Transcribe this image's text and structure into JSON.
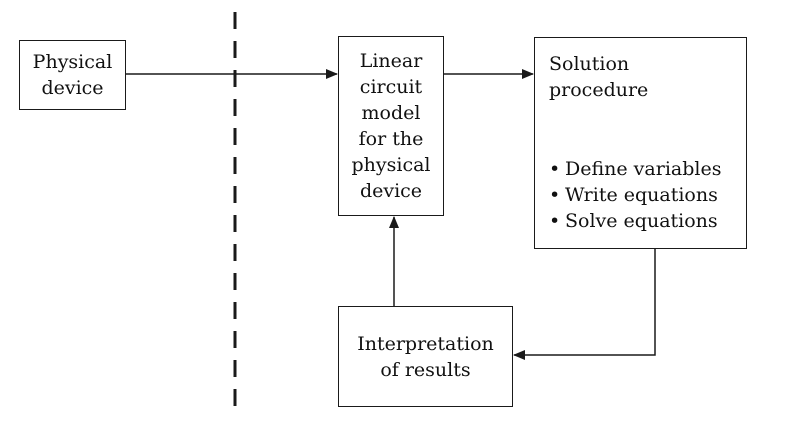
{
  "boxes": {
    "physical_device": {
      "lines": [
        "Physical",
        "device"
      ]
    },
    "circuit_model": {
      "lines": [
        "Linear",
        "circuit",
        "model",
        "for the",
        "physical",
        "device"
      ]
    },
    "solution": {
      "title_lines": [
        "Solution",
        "procedure"
      ],
      "bullet_symbol": "•",
      "bullets": [
        "Define variables",
        "Write equations",
        "Solve equations"
      ]
    },
    "interpretation": {
      "lines": [
        "Interpretation",
        "of results"
      ]
    }
  },
  "colors": {
    "line": "#1a1a1a",
    "background": "#ffffff",
    "text": "#111111"
  }
}
